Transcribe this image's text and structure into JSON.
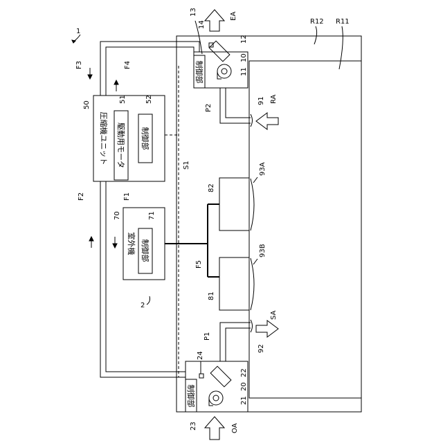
{
  "figure_ref": "1",
  "subsystem_ref": "2",
  "rooms": {
    "r11": "R11",
    "r12": "R12"
  },
  "airflows": {
    "ea": "EA",
    "ra": "RA",
    "sa": "SA",
    "oa": "OA"
  },
  "exhaust_unit": {
    "unit_ref": "10",
    "fan_ref": "11",
    "element_ref": "12",
    "controller_ref": "13",
    "sensor_ref": "14",
    "controller_label": "制御部"
  },
  "supply_unit": {
    "unit_ref": "20",
    "fan_ref": "21",
    "element_ref": "22",
    "controller_ref": "23",
    "sensor_ref": "24",
    "controller_label": "制御部"
  },
  "compressor_unit": {
    "ref": "50",
    "title": "圧縮機ユニット",
    "motor_ref": "51",
    "motor_label": "駆動用モータ",
    "controller_ref": "52",
    "controller_label": "制御部"
  },
  "outdoor_unit": {
    "ref": "70",
    "title": "室外機",
    "controller_ref": "71",
    "controller_label": "制御部"
  },
  "indoor_units": {
    "top_ref": "82",
    "bottom_ref": "81"
  },
  "vents": {
    "return_ref": "91",
    "supply_ref": "92",
    "zone_a": "93A",
    "zone_b": "93B"
  },
  "ducts": {
    "return_duct": "P2",
    "supply_duct": "P1"
  },
  "lines": {
    "f1": "F1",
    "f2": "F2",
    "f3": "F3",
    "f4": "F4",
    "f5": "F5",
    "signal": "S1"
  }
}
